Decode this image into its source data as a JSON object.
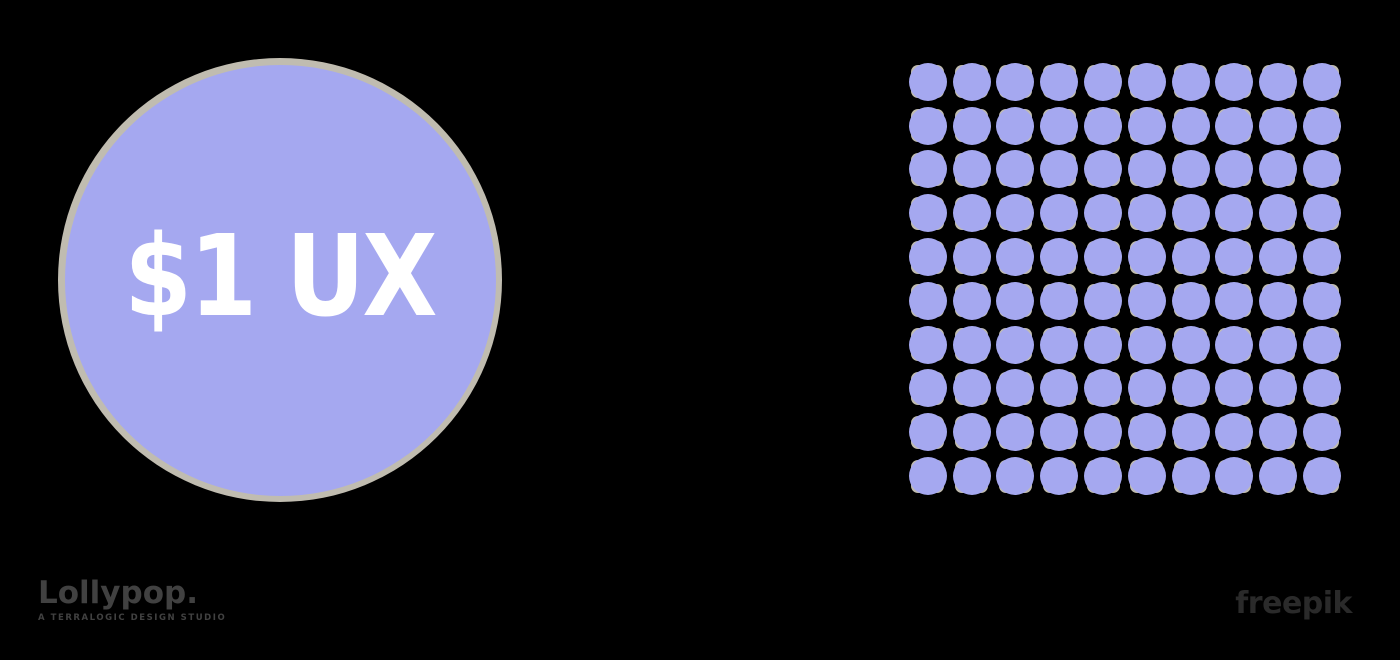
{
  "colors": {
    "background": "#000000",
    "purple": "#a5a8f0",
    "beige": "#c0bcb0",
    "coin_text": "#ffffff",
    "footer_left_ink": "#414141",
    "footer_right_ink": "#2a2a2a"
  },
  "coin": {
    "label": "$1 UX"
  },
  "footer": {
    "brand": "Lollypop.",
    "tagline": "A Terralogic Design Studio",
    "attribution": "freepik"
  },
  "chart_data": {
    "type": "pictograph",
    "title": "",
    "investment_label": "$1 UX",
    "investment_units": 1,
    "dot_count": 100,
    "grid": {
      "rows": 10,
      "cols": 10
    },
    "legend_position": "none",
    "notes": "Left: single large coin labeled $1 UX. Right: 10x10 grid of 100 identical coin dots."
  }
}
